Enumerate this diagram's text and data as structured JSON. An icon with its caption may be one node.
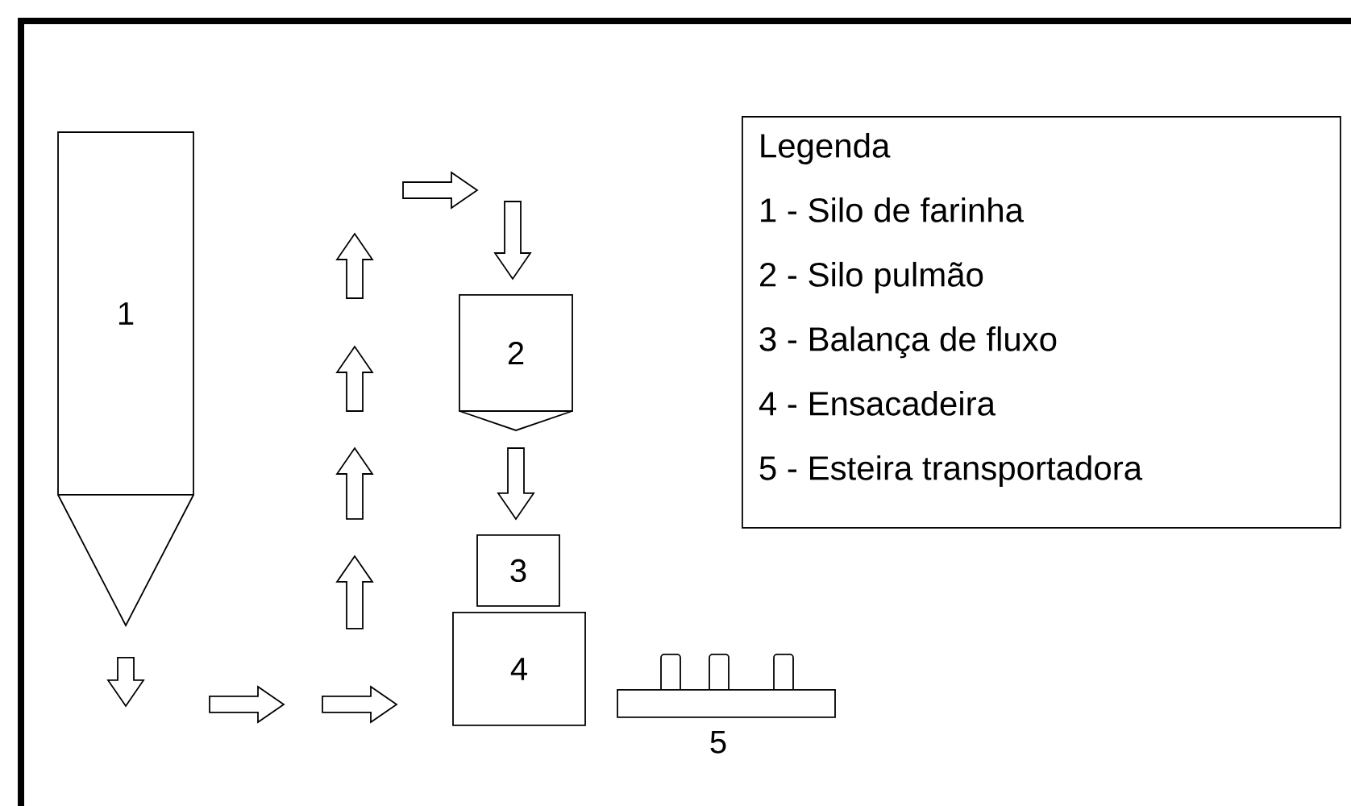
{
  "diagram": {
    "nodes": [
      {
        "text": [
          "1"
        ]
      },
      {
        "text": [
          "2"
        ]
      },
      {
        "text": [
          "3"
        ]
      },
      {
        "text": [
          "4"
        ]
      },
      {
        "text": [
          "5"
        ]
      },
      {
        "text": [
          "Legenda",
          "1 - Silo de farinha",
          "2 - Silo pulmão",
          "3 - Balança de fluxo",
          "4 - Ensacadeira",
          "5 - Esteira transportadora"
        ]
      }
    ],
    "edges": [
      {
        "from": 0,
        "to": null,
        "arrow": "to"
      },
      {
        "from": null,
        "to": 1,
        "arrow": "to"
      },
      {
        "from": 1,
        "to": 2,
        "arrow": "to"
      }
    ]
  }
}
